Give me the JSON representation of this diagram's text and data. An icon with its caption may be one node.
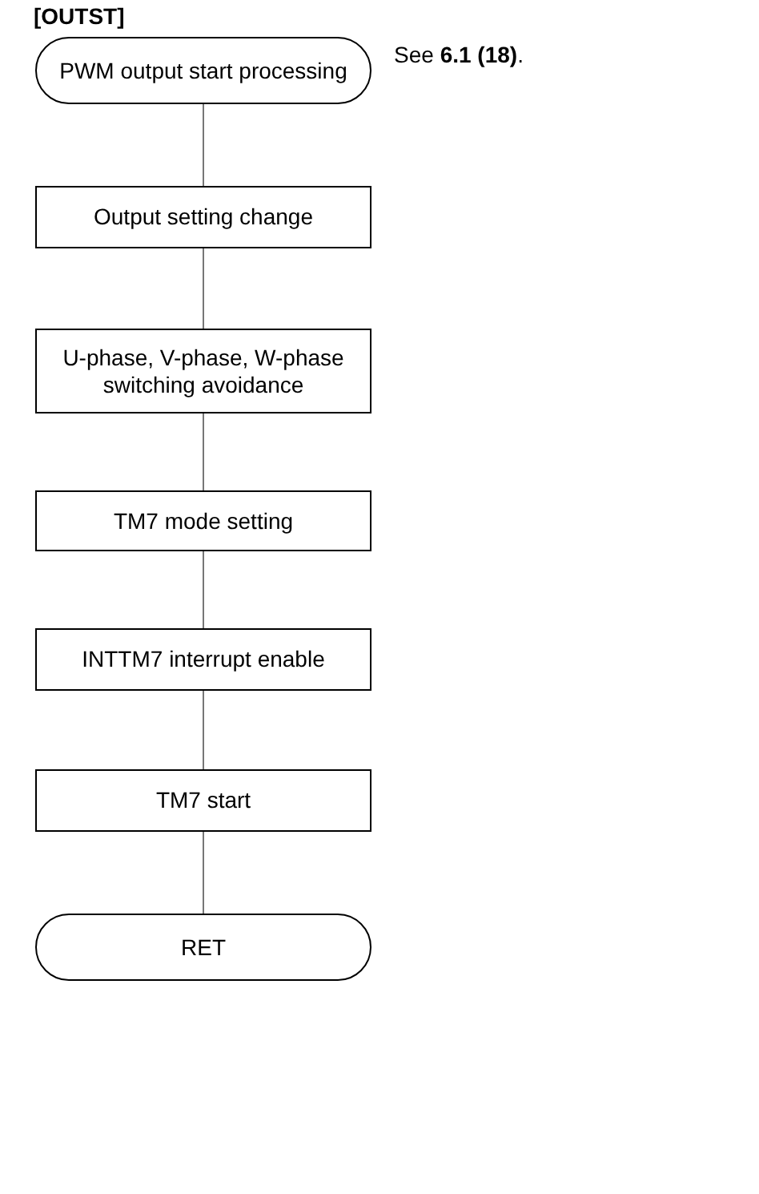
{
  "diagram": {
    "title": "[OUTST]",
    "nodes": [
      {
        "text": [
          "PWM output start processing"
        ],
        "beside": [
          "See **6.1 (18)**."
        ]
      },
      {
        "text": [
          "Output setting change"
        ]
      },
      {
        "text": [
          "U-phase, V-phase, W-phase switching avoidance"
        ]
      },
      {
        "text": [
          "TM7 mode setting"
        ]
      },
      {
        "text": [
          "INTTM7 interrupt enable"
        ]
      },
      {
        "text": [
          "TM7 start"
        ]
      },
      {
        "text": [
          "RET"
        ]
      }
    ],
    "edges": [
      {
        "from": 0,
        "to": 1,
        "arrow": "none"
      },
      {
        "from": 1,
        "to": 2,
        "arrow": "none"
      },
      {
        "from": 2,
        "to": 3,
        "arrow": "none"
      },
      {
        "from": 3,
        "to": 4,
        "arrow": "none"
      },
      {
        "from": 4,
        "to": 5,
        "arrow": "none"
      },
      {
        "from": 5,
        "to": 6,
        "arrow": "none"
      }
    ]
  }
}
